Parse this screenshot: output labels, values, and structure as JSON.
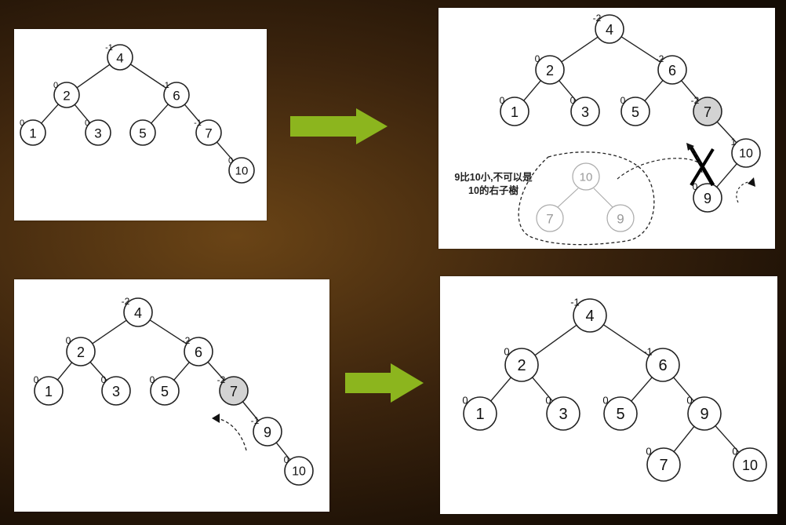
{
  "colors": {
    "arrow_fill": "#8cb51e",
    "shaded_node": "#d3d3d3",
    "background": "#3a230d"
  },
  "panels": [
    {
      "name": "panel-initial",
      "nodes": [
        {
          "label": "4",
          "bf": "-1"
        },
        {
          "label": "2",
          "bf": "0"
        },
        {
          "label": "6",
          "bf": "-1"
        },
        {
          "label": "1",
          "bf": "0"
        },
        {
          "label": "3",
          "bf": "0"
        },
        {
          "label": "5",
          "bf": ""
        },
        {
          "label": "7",
          "bf": "-1"
        },
        {
          "label": "10",
          "bf": "0"
        }
      ]
    },
    {
      "name": "panel-insert-9",
      "nodes": [
        {
          "label": "4",
          "bf": "-2"
        },
        {
          "label": "2",
          "bf": "0"
        },
        {
          "label": "6",
          "bf": "-2"
        },
        {
          "label": "1",
          "bf": "0"
        },
        {
          "label": "3",
          "bf": "0"
        },
        {
          "label": "5",
          "bf": "0"
        },
        {
          "label": "7",
          "bf": "-2",
          "shaded": true
        },
        {
          "label": "10",
          "bf": "1"
        },
        {
          "label": "9",
          "bf": "0"
        }
      ],
      "note_lines": [
        "9比10小,不可以是",
        "10的右子樹"
      ],
      "wrong_tree": [
        "10",
        "7",
        "9"
      ]
    },
    {
      "name": "panel-rotation",
      "nodes": [
        {
          "label": "4",
          "bf": "-2"
        },
        {
          "label": "2",
          "bf": "0"
        },
        {
          "label": "6",
          "bf": "-2"
        },
        {
          "label": "1",
          "bf": "0"
        },
        {
          "label": "3",
          "bf": "0"
        },
        {
          "label": "5",
          "bf": "0"
        },
        {
          "label": "7",
          "bf": "-2",
          "shaded": true
        },
        {
          "label": "9",
          "bf": "-1"
        },
        {
          "label": "10",
          "bf": "0"
        }
      ]
    },
    {
      "name": "panel-balanced",
      "nodes": [
        {
          "label": "4",
          "bf": "-1"
        },
        {
          "label": "2",
          "bf": "0"
        },
        {
          "label": "6",
          "bf": "-1"
        },
        {
          "label": "1",
          "bf": "0"
        },
        {
          "label": "3",
          "bf": "0"
        },
        {
          "label": "5",
          "bf": "0"
        },
        {
          "label": "9",
          "bf": "0"
        },
        {
          "label": "7",
          "bf": "0"
        },
        {
          "label": "10",
          "bf": "0"
        }
      ]
    }
  ]
}
